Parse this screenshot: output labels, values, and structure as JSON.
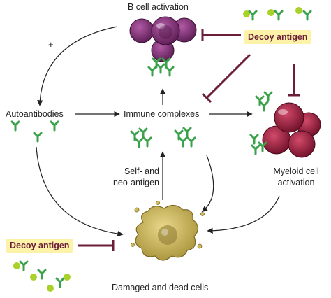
{
  "labels": {
    "b_cell_activation": "B cell activation",
    "decoy_antigen_top": "Decoy antigen",
    "plus_sign": "+",
    "autoantibodies": "Autoantibodies",
    "immune_complexes": "Immune complexes",
    "myeloid_line1": "Myeloid cell",
    "myeloid_line2": "activation",
    "self_line1": "Self- and",
    "self_line2": "neo-antigen",
    "decoy_antigen_bottom": "Decoy antigen",
    "damaged_cells": "Damaged and dead cells"
  },
  "colors": {
    "b_cell": "#7a2d6e",
    "b_cell_dark": "#4a1640",
    "myeloid_cell": "#9c1b3c",
    "myeloid_dark": "#5e0d22",
    "damaged_cell": "#cdb85a",
    "damaged_dark": "#8f7c2c",
    "antibody": "#3aa24a",
    "antigen_ball": "#a8d12a",
    "inhibit_line": "#6b1d3a",
    "decoy_box": "#fdf3a8",
    "decoy_text": "#6b1d3a",
    "arrow": "#222222"
  }
}
